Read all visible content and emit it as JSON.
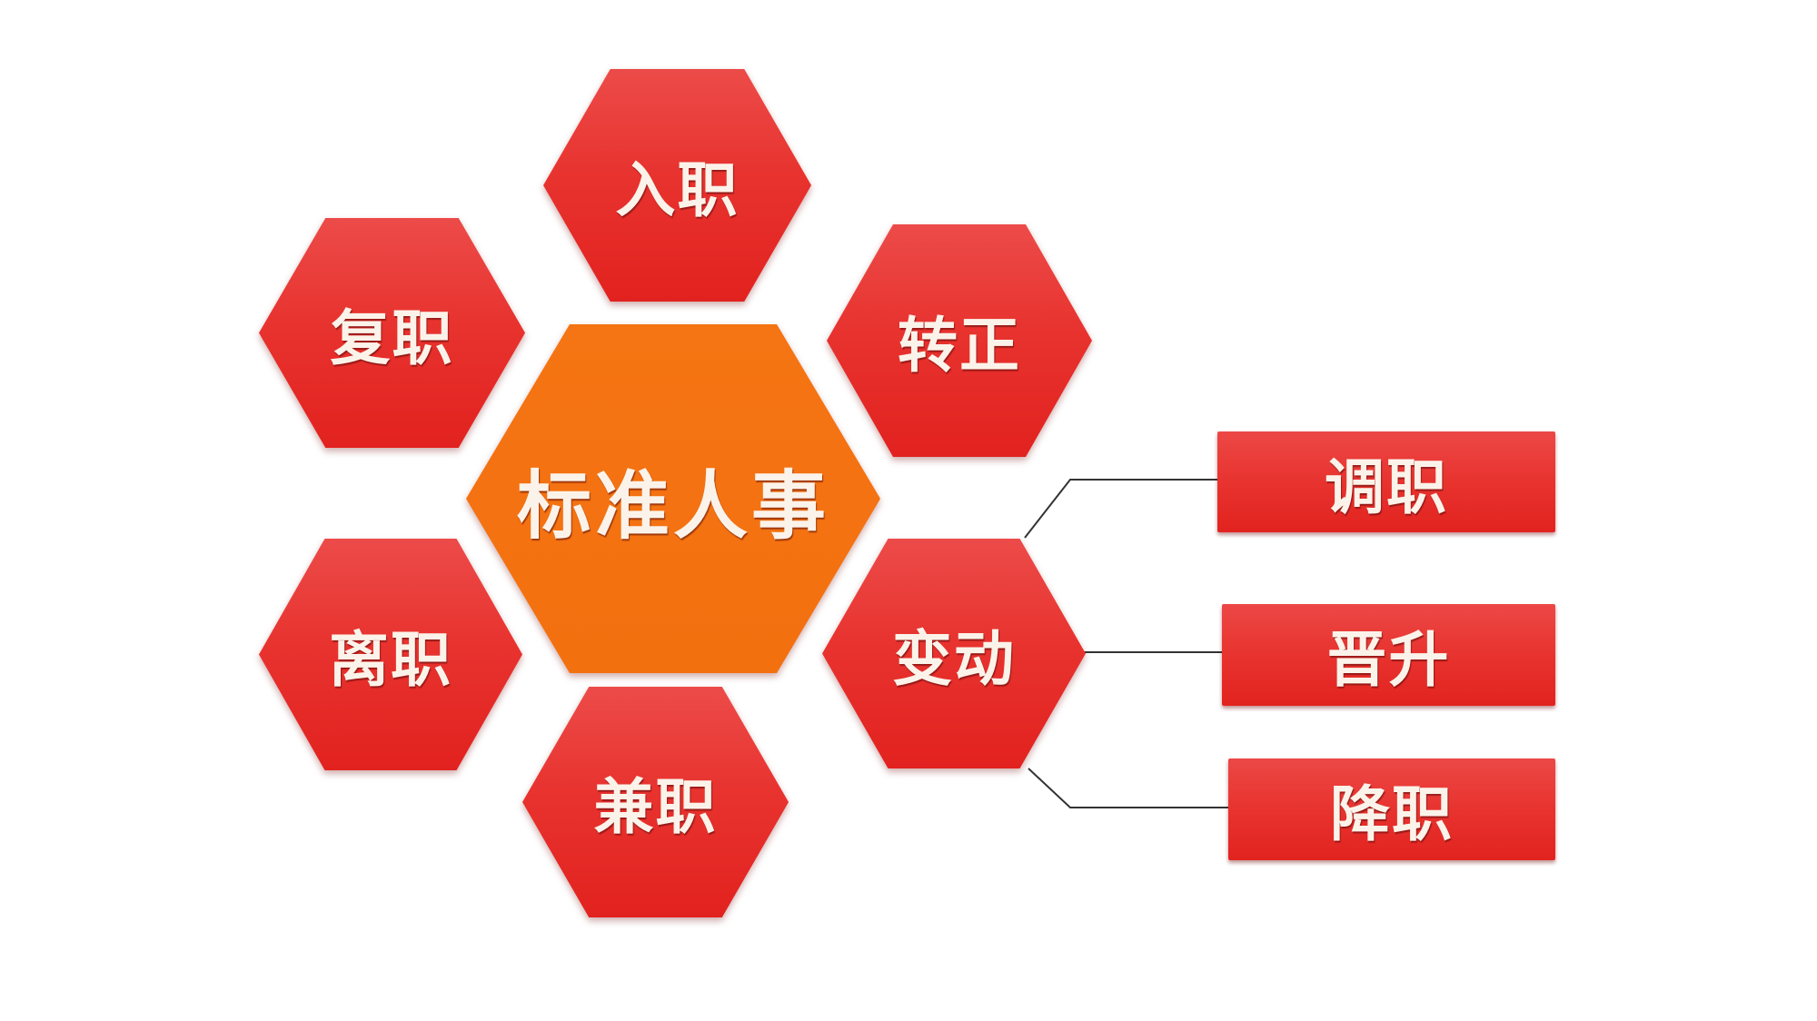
{
  "colors": {
    "hex_red": "#e8332f",
    "center_orange": "#f57212",
    "text": "#fbf3ea",
    "connector": "#333333",
    "background": "#ffffff"
  },
  "diagram": {
    "center": {
      "label": "标准人事"
    },
    "nodes": [
      {
        "id": "onboarding",
        "label": "入职"
      },
      {
        "id": "regularization",
        "label": "转正"
      },
      {
        "id": "change",
        "label": "变动"
      },
      {
        "id": "part_time",
        "label": "兼职"
      },
      {
        "id": "resignation",
        "label": "离职"
      },
      {
        "id": "reinstatement",
        "label": "复职"
      }
    ],
    "change_branches": [
      {
        "id": "transfer",
        "label": "调职"
      },
      {
        "id": "promotion",
        "label": "晋升"
      },
      {
        "id": "demotion",
        "label": "降职"
      }
    ]
  }
}
